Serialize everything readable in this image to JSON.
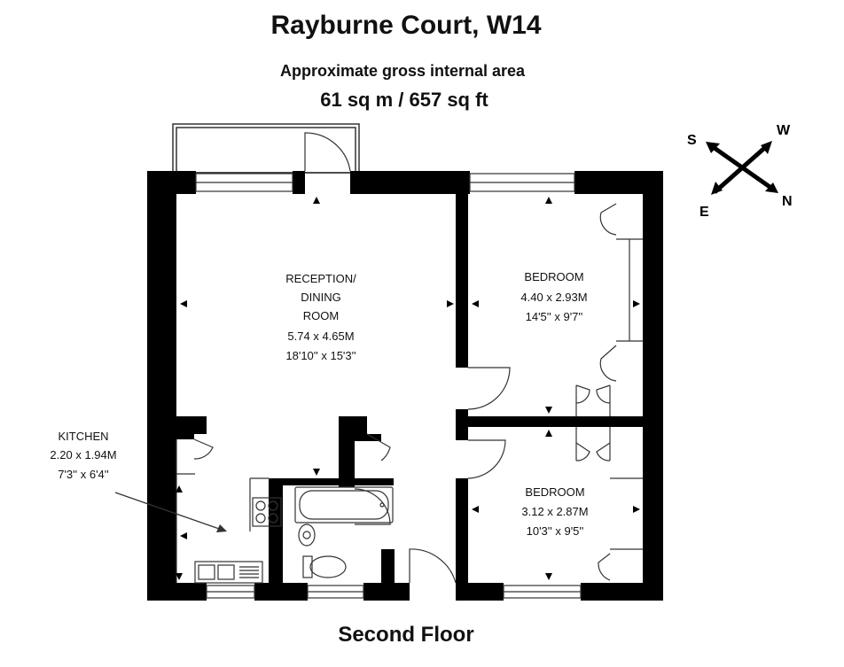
{
  "header": {
    "title": "Rayburne Court, W14",
    "area_label": "Approximate gross internal area",
    "area_value": "61 sq m  /  657 sq ft"
  },
  "footer": {
    "floor_name": "Second Floor"
  },
  "compass": {
    "top_left": "S",
    "top_right": "W",
    "bottom_left": "E",
    "bottom_right": "N"
  },
  "rooms": {
    "reception": {
      "line1": "RECEPTION/",
      "line2": "DINING",
      "line3": "ROOM",
      "metric": "5.74 x 4.65M",
      "imperial": "18'10'' x 15'3''"
    },
    "bedroom1": {
      "name": "BEDROOM",
      "metric": "4.40 x 2.93M",
      "imperial": "14'5'' x 9'7''"
    },
    "bedroom2": {
      "name": "BEDROOM",
      "metric": "3.12 x 2.87M",
      "imperial": "10'3'' x 9'5''"
    },
    "kitchen": {
      "name": "KITCHEN",
      "metric": "2.20 x 1.94M",
      "imperial": "7'3'' x 6'4''"
    }
  },
  "colors": {
    "wall": "#000000",
    "line": "#333333",
    "background": "#ffffff"
  }
}
